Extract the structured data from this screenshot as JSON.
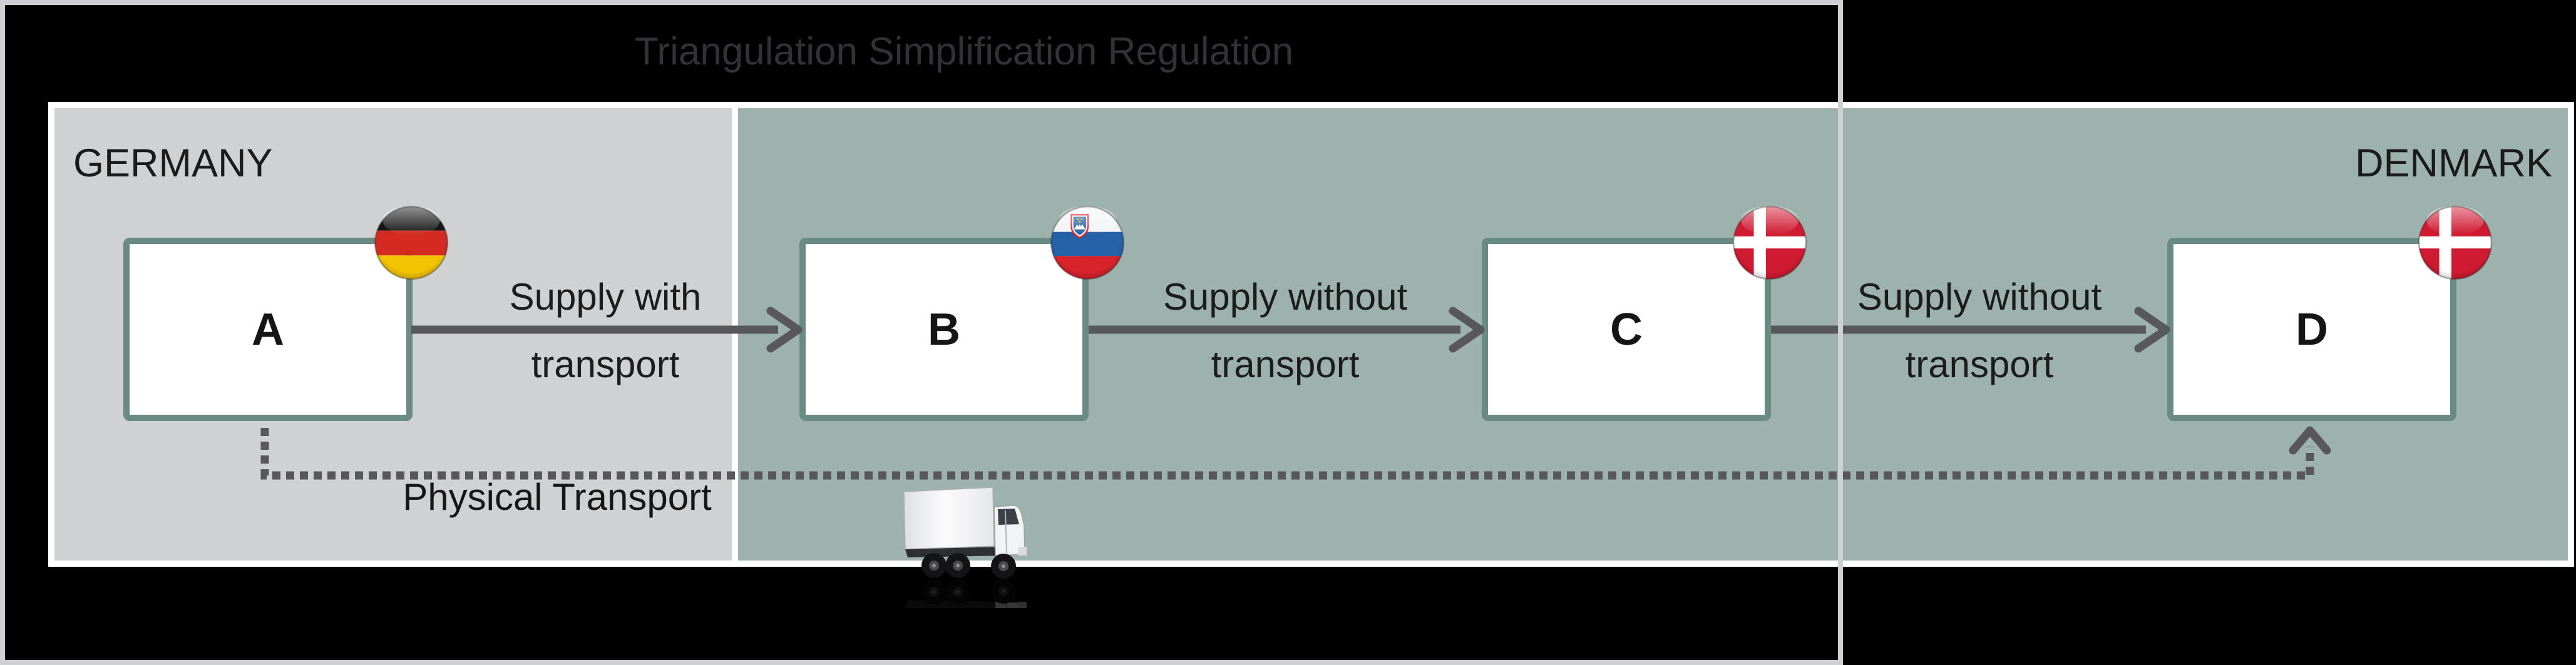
{
  "title": "Triangulation Simplification Regulation",
  "regions": {
    "germany": {
      "label": "GERMANY"
    },
    "denmark": {
      "label": "DENMARK"
    }
  },
  "entities": [
    {
      "label": "A",
      "flag_icon": "germany-flag-icon"
    },
    {
      "label": "B",
      "flag_icon": "slovenia-flag-icon"
    },
    {
      "label": "C",
      "flag_icon": "denmark-flag-icon"
    },
    {
      "label": "D",
      "flag_icon": "denmark-flag-icon"
    }
  ],
  "arrows": [
    {
      "line1": "Supply with",
      "line2": "transport"
    },
    {
      "line1": "Supply without",
      "line2": "transport"
    },
    {
      "line1": "Supply without",
      "line2": "transport"
    }
  ],
  "physical_transport": {
    "label": "Physical Transport",
    "icon": "truck-icon"
  },
  "colors": {
    "background": "#000000",
    "germany_region": "#d0d1d3",
    "teal_region": "#9db2ac",
    "entity_border": "#6a8b84",
    "arrow_gray": "#58585a",
    "frame_gray": "#cfd0d4",
    "title_text": "#313136"
  }
}
